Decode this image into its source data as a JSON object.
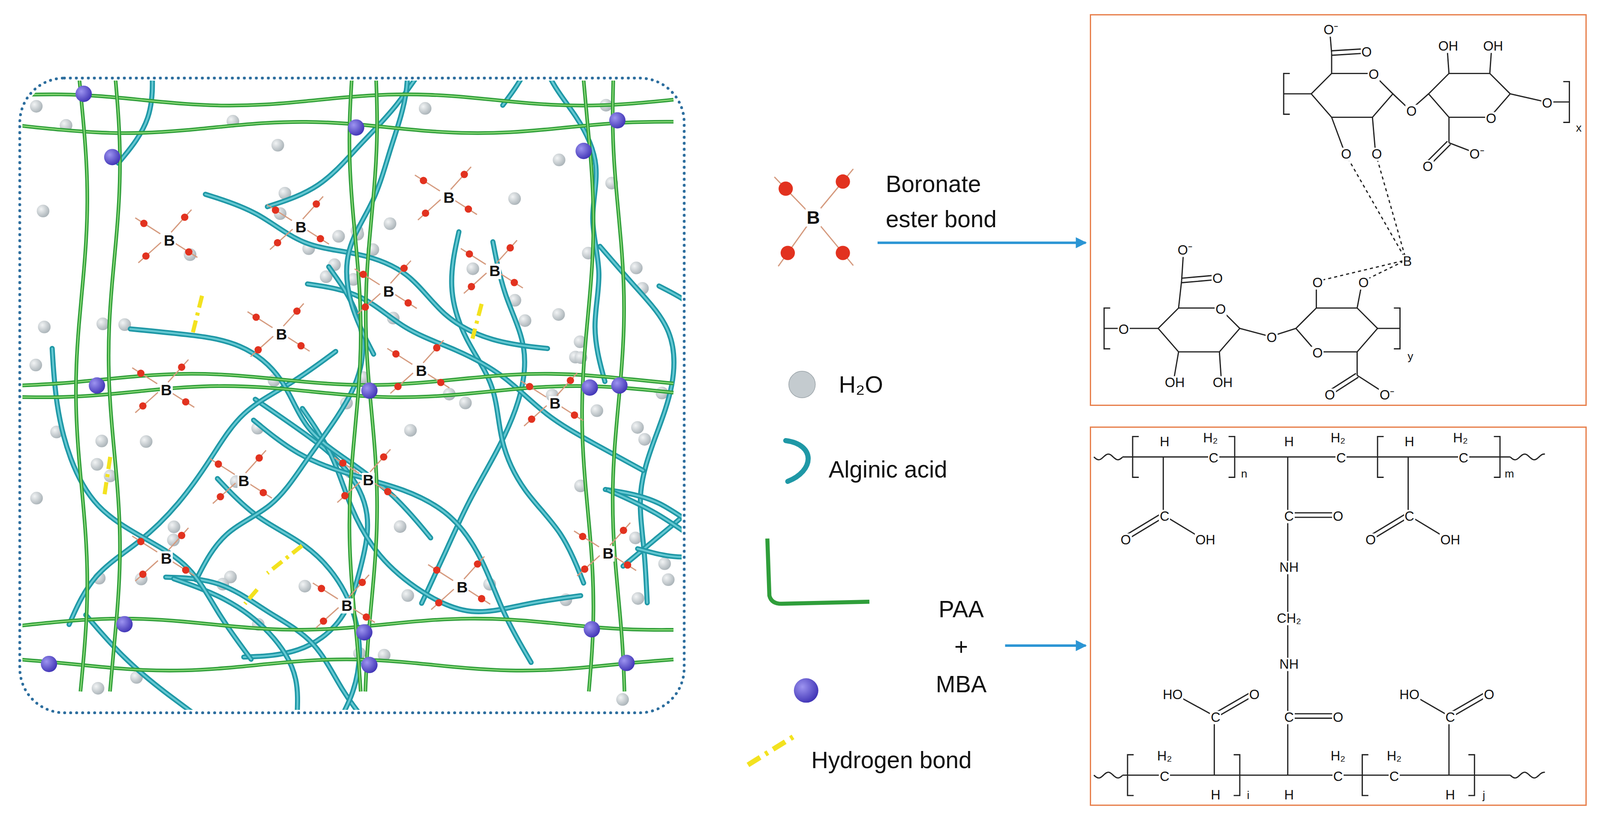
{
  "diagram": {
    "nodes": [
      {
        "text": [
          "B",
          "B",
          "B",
          "B",
          "B",
          "B",
          "B",
          "B",
          "B",
          "B",
          "B",
          "B",
          "B",
          "B",
          "B"
        ]
      },
      {
        "text": [
          "O⁻",
          "O",
          "O",
          "O",
          "OH",
          "OH",
          "O",
          "O",
          "x",
          "O",
          "O⁻",
          "O",
          "O",
          "B",
          "O⁻",
          "O",
          "O",
          "O",
          "OH",
          "OH",
          "O",
          "O",
          "O",
          "O",
          "y",
          "O",
          "O⁻"
        ]
      },
      {
        "text": [
          "H",
          "H₂",
          "C",
          "n",
          "H",
          "H₂",
          "C",
          "H",
          "H₂",
          "C",
          "m",
          "C",
          "C",
          "O",
          "C",
          "O",
          "OH",
          "O",
          "OH",
          "NH",
          "CH₂",
          "NH",
          "HO",
          "O",
          "HO",
          "O",
          "C",
          "C",
          "O",
          "C",
          "H₂",
          "H₂",
          "H₂",
          "C",
          "C",
          "C",
          "H",
          "i",
          "H",
          "H",
          "j"
        ]
      }
    ],
    "labels": [
      "B"
    ],
    "legend": [
      {
        "text": "Boronate ester bond"
      },
      {
        "text": "H₂O",
        "color": "#c4cbcf"
      },
      {
        "text": "Alginic acid"
      },
      {
        "text": "PAA + MBA"
      },
      {
        "text": "Hydrogen bond"
      }
    ]
  }
}
